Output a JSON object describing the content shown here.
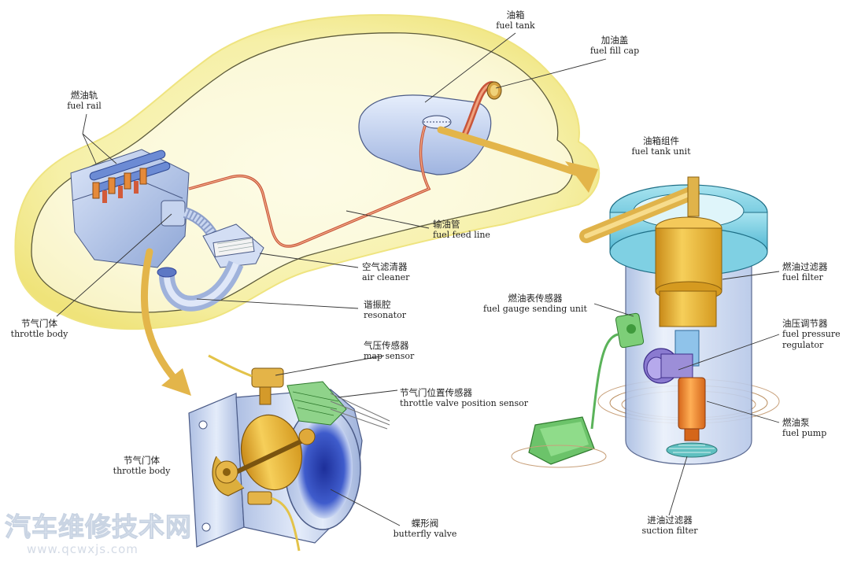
{
  "labels": {
    "fuel_tank": {
      "zh": "油箱",
      "en": "fuel tank"
    },
    "fuel_fill_cap": {
      "zh": "加油盖",
      "en": "fuel fill cap"
    },
    "fuel_rail": {
      "zh": "燃油轨",
      "en": "fuel rail"
    },
    "fuel_tank_unit": {
      "zh": "油箱组件",
      "en": "fuel tank unit"
    },
    "fuel_feed_line": {
      "zh": "输油管",
      "en": "fuel feed line"
    },
    "air_cleaner": {
      "zh": "空气滤清器",
      "en": "air cleaner"
    },
    "resonator": {
      "zh": "谐振腔",
      "en": "resonator"
    },
    "throttle_body_top": {
      "zh": "节气门体",
      "en": "throttle body"
    },
    "map_sensor": {
      "zh": "气压传感器",
      "en": "map sensor"
    },
    "throttle_valve_position_sensor": {
      "zh": "节气门位置传感器",
      "en": "throttle valve position sensor"
    },
    "throttle_body_detail": {
      "zh": "节气门体",
      "en": "throttle body"
    },
    "butterfly_valve": {
      "zh": "蝶形阀",
      "en": "butterfly valve"
    },
    "fuel_filter": {
      "zh": "燃油过滤器",
      "en": "fuel filter"
    },
    "fuel_gauge_sending_unit": {
      "zh": "燃油表传感器",
      "en": "fuel gauge sending unit"
    },
    "fuel_pressure_regulator": {
      "zh": "油压调节器",
      "en": "fuel pressure regulator"
    },
    "fuel_pump": {
      "zh": "燃油泵",
      "en": "fuel pump"
    },
    "suction_filter": {
      "zh": "进油过滤器",
      "en": "suction filter"
    }
  },
  "watermark": {
    "title": "汽车维修技术网",
    "url": "www.qcwxjs.com"
  },
  "colors": {
    "car_glow": "#f6f0a8",
    "fuel_line": "#c8553a",
    "tank_blue": "#c9d8f2",
    "arrow": "#e3b54a",
    "cap_teal": "#7fd0e3",
    "filter_gold": "#e8b43a",
    "regulator_purple": "#8a7ad0",
    "pump_orange": "#ef8a2e",
    "sender_green": "#6cc36a"
  }
}
